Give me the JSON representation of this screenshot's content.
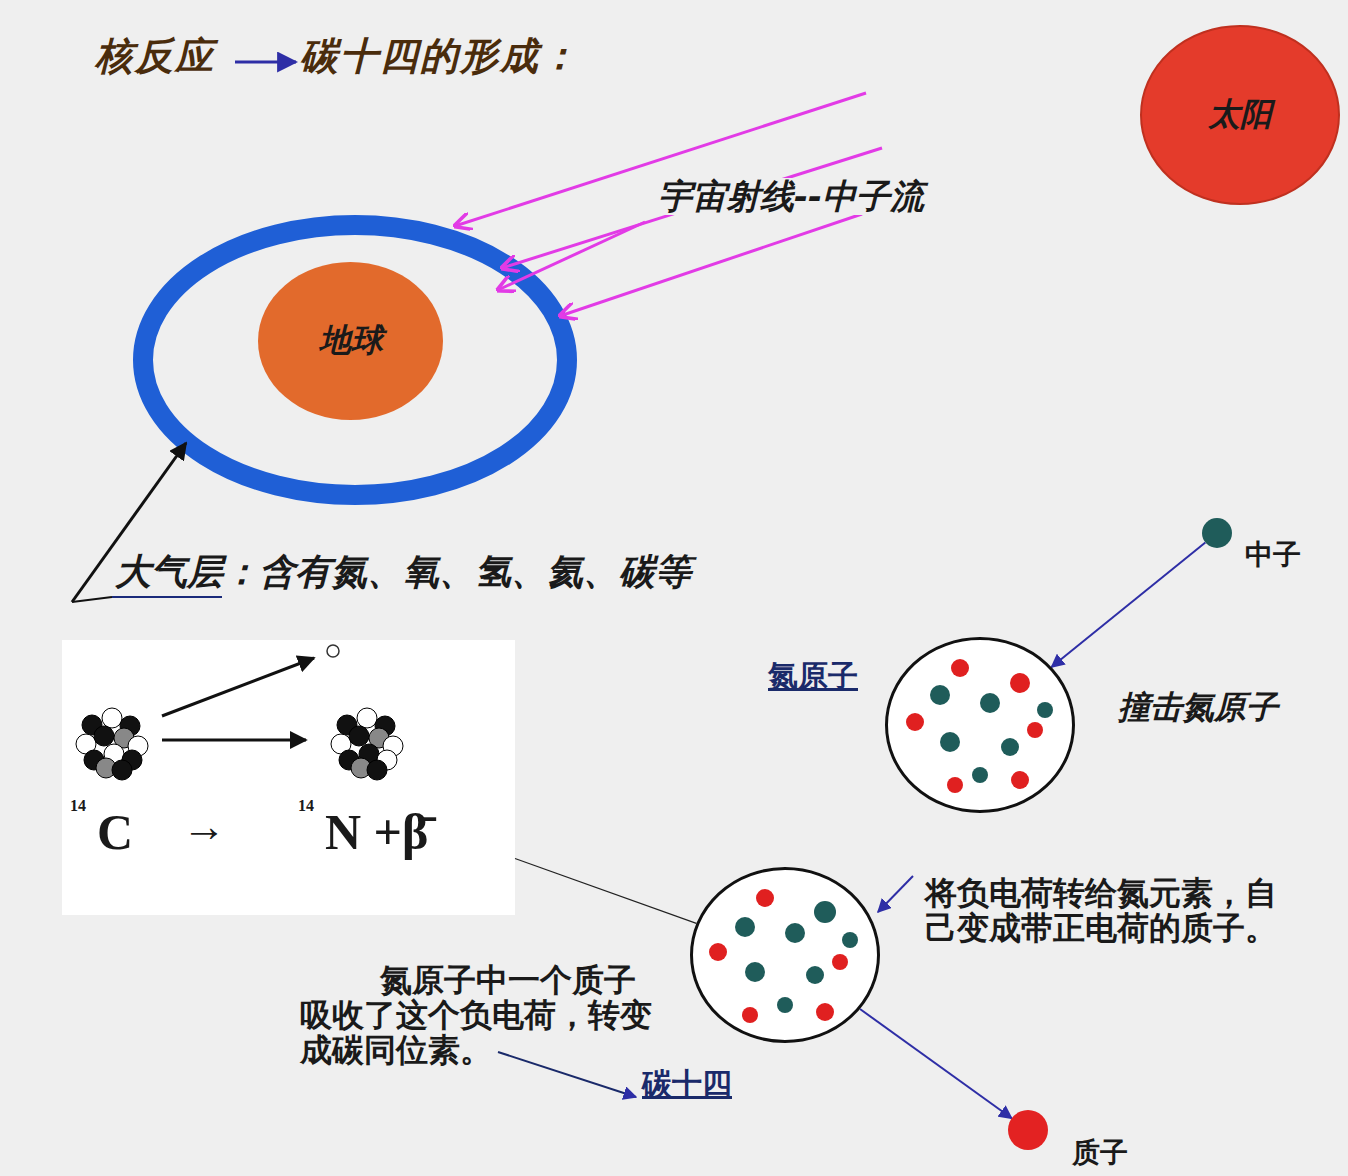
{
  "diagram": {
    "title": "核反应",
    "nodes": [
      {
        "text": [
          "太阳"
        ]
      },
      {
        "text": [
          "地球"
        ]
      },
      {
        "text": [
          "中子"
        ]
      },
      {
        "text": [
          "氮原子"
        ]
      },
      {
        "text": [
          "14",
          "C",
          "→",
          "14",
          "N +β̄"
        ]
      },
      {
        "text": [
          "碳十四"
        ]
      },
      {
        "text": [
          "质子"
        ]
      }
    ],
    "edges": [
      {
        "from": 2,
        "to": 3,
        "arrow": "to",
        "label": "撞击氮原子"
      },
      {
        "from": 4,
        "to": 5,
        "arrow": "none"
      },
      {
        "from": 5,
        "to": 6,
        "arrow": "to"
      }
    ],
    "labels": [
      "碳十四的形成：",
      "宇宙射线--中子流",
      "大气层：含有氮、氧、氢、氦、碳等",
      "将负电荷转给氮元素，自己变成带正电荷的质子。",
      "氮原子中一个质子吸收了这个负电荷，转变成碳同位素。"
    ]
  }
}
